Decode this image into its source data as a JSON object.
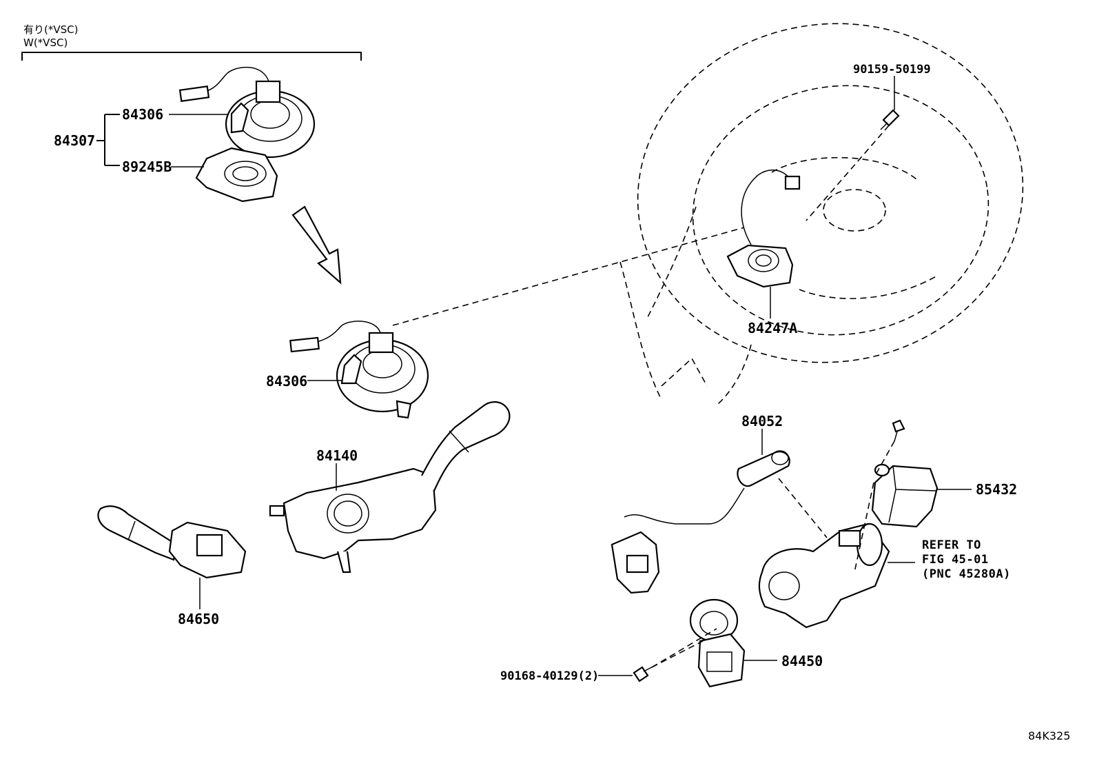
{
  "header": {
    "line1": "有り(*VSC)",
    "line2": "W(*VSC)"
  },
  "labels": {
    "p84306_top": "84306",
    "p84307": "84307",
    "p89245B": "89245B",
    "p84306_mid": "84306",
    "p84140": "84140",
    "p84650": "84650",
    "p90159": "90159-50199",
    "p84247A": "84247A",
    "p84052": "84052",
    "p85432": "85432",
    "p84450": "84450",
    "p90168": "90168-40129(2)"
  },
  "reference": {
    "line1": "REFER TO",
    "line2": "FIG 45-01",
    "line3": "(PNC 45280A)"
  },
  "diagram_code": "84K325"
}
